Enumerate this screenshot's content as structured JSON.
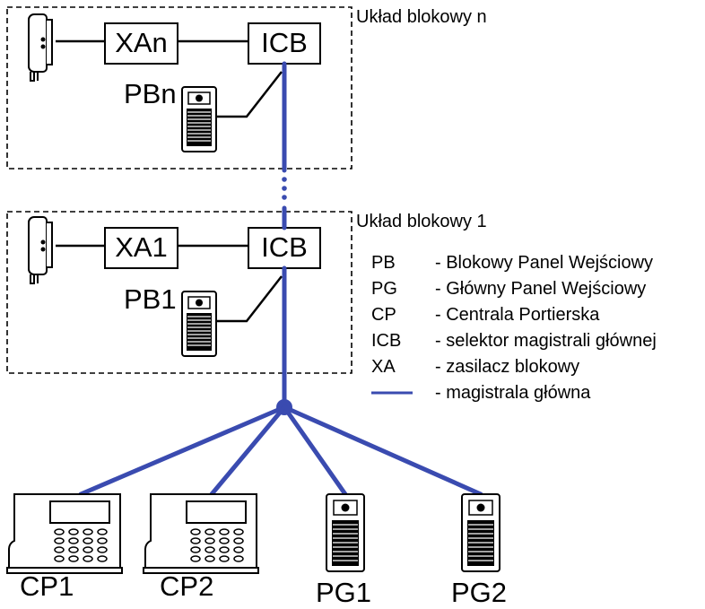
{
  "colors": {
    "bus": "#3a4bb0",
    "line": "#000000",
    "background": "#ffffff"
  },
  "block_n": {
    "title": "Układ blokowy n",
    "xa": "XAn",
    "icb": "ICB",
    "pb": "PBn"
  },
  "block_1": {
    "title": "Układ blokowy 1",
    "xa": "XA1",
    "icb": "ICB",
    "pb": "PB1"
  },
  "legend": [
    {
      "abbr": "PB",
      "desc": "- Blokowy Panel Wejściowy"
    },
    {
      "abbr": "PG",
      "desc": "- Główny Panel Wejściowy"
    },
    {
      "abbr": "CP",
      "desc": "- Centrala Portierska"
    },
    {
      "abbr": "ICB",
      "desc": "- selektor magistrali głównej"
    },
    {
      "abbr": "XA",
      "desc": "- zasilacz blokowy"
    },
    {
      "abbr": "",
      "desc": "- magistrala główna"
    }
  ],
  "devices": {
    "cp1": "CP1",
    "cp2": "CP2",
    "pg1": "PG1",
    "pg2": "PG2"
  },
  "icons": {
    "handset": "intercom-handset-icon",
    "panel": "entrance-panel-icon",
    "console": "porter-console-icon"
  }
}
